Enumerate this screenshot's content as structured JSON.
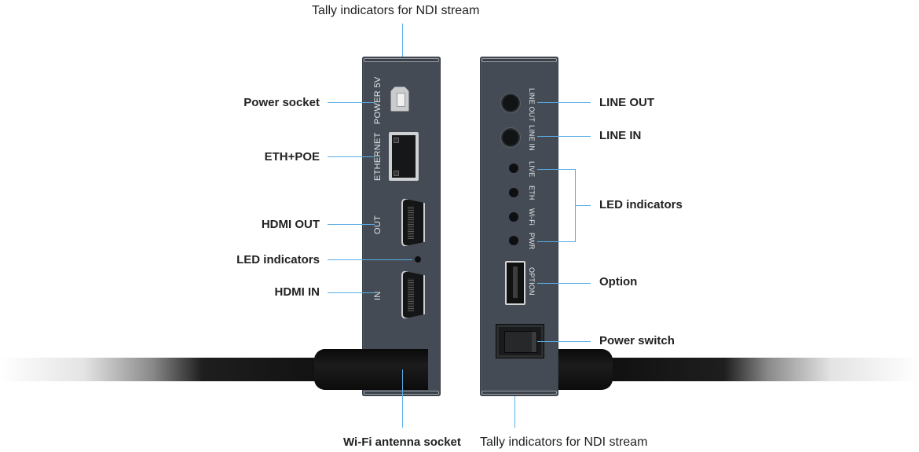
{
  "title_top": "Tally indicators for NDI stream",
  "title_bottom_left": "Wi-Fi antenna socket",
  "title_bottom_right": "Tally indicators for NDI stream",
  "left_device": {
    "callouts": [
      {
        "id": "power-socket",
        "label": "Power socket"
      },
      {
        "id": "eth-poe",
        "label": "ETH+POE"
      },
      {
        "id": "hdmi-out",
        "label": "HDMI OUT"
      },
      {
        "id": "led-indicators",
        "label": "LED indicators"
      },
      {
        "id": "hdmi-in",
        "label": "HDMI IN"
      }
    ],
    "port_texts": {
      "power": "POWER 5V",
      "ethernet": "ETHERNET",
      "out": "OUT",
      "in": "IN"
    }
  },
  "right_device": {
    "callouts": [
      {
        "id": "line-out",
        "label": "LINE OUT"
      },
      {
        "id": "line-in",
        "label": "LINE IN"
      },
      {
        "id": "led-indicators",
        "label": "LED indicators"
      },
      {
        "id": "option",
        "label": "Option"
      },
      {
        "id": "power-switch",
        "label": "Power switch"
      }
    ],
    "port_texts": {
      "line_out": "LINE OUT",
      "line_in": "LINE IN",
      "live": "LIVE",
      "eth": "ETH",
      "wifi": "Wi-Fi",
      "pwr": "PWR",
      "option": "OPTION"
    }
  },
  "colors": {
    "callout_line": "#5aaee6",
    "device_body": "#444b54",
    "label_text": "#222222"
  }
}
